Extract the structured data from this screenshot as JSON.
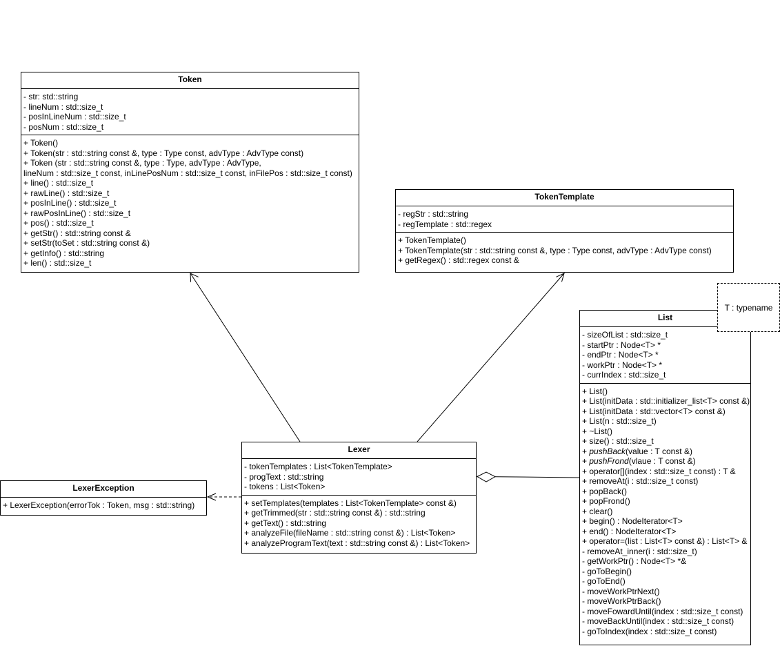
{
  "classes": {
    "token": {
      "name": "Token",
      "attributes": [
        "- str: std::string",
        "- lineNum : std::size_t",
        "- posInLineNum : std::size_t",
        "- posNum : std::size_t"
      ],
      "operations": [
        "+ Token()",
        "+ Token(str : std::string const &, type : Type const, advType : AdvType const)",
        "+ Token (str : std::string const &, type : Type, advType : AdvType,",
        "lineNum : std::size_t const, inLinePosNum : std::size_t const, inFilePos : std::size_t const)",
        "+ line() : std::size_t",
        "+ rawLine() : std::size_t",
        "+ posInLine() : std::size_t",
        "+ rawPosInLine() : std::size_t",
        "+ pos() : std::size_t",
        "+ getStr() : std::string const &",
        "+ setStr(toSet : std::string const &)",
        "+ getInfo() : std::string",
        "+ len() : std::size_t"
      ]
    },
    "tokenTemplate": {
      "name": "TokenTemplate",
      "attributes": [
        "- regStr : std::string",
        "- regTemplate : std::regex"
      ],
      "operations": [
        "+ TokenTemplate()",
        "+ TokenTemplate(str : std::string const &, type : Type const, advType : AdvType const)",
        "+ getRegex() : std::regex const &"
      ]
    },
    "list": {
      "name": "List",
      "template_param": "T : typename",
      "attributes": [
        "- sizeOfList : std::size_t",
        "- startPtr : Node<T> *",
        "- endPtr : Node<T> *",
        "- workPtr : Node<T> *",
        "- currIndex : std::size_t"
      ],
      "operations": [
        "+ List()",
        "+ List(initData : std::initializer_list<T> const &)",
        "+ List(initData : std::vector<T> const &)",
        "+ List(n : std::size_t)",
        "+ ~List()",
        "+ size() : std::size_t",
        "+ pushBack(value : T const &)",
        "+ pushFrond(vlaue : T const &)",
        "+ operator[](index : std::size_t const) : T &",
        "+ removeAt(i : std::size_t const)",
        "+ popBack()",
        "+ popFrond()",
        "+ clear()",
        "+ begin() : NodeIterator<T>",
        "+ end() : NodeIterator<T>",
        "+ operator=(list : List<T> const &) : List<T> &",
        "- removeAt_inner(i : std::size_t)",
        "- getWorkPtr() : Node<T> *&",
        "- goToBegin()",
        "- goToEnd()",
        "- moveWorkPtrNext()",
        "- moveWorkPtrBack()",
        "- moveFowardUntil(index : std::size_t const)",
        "- moveBackUntil(index : std::size_t const)",
        "- goToIndex(index : std::size_t const)"
      ]
    },
    "lexer": {
      "name": "Lexer",
      "attributes": [
        "- tokenTemplates : List<TokenTemplate>",
        "- progText : std::string",
        "- tokens : List<Token>"
      ],
      "operations": [
        "+ setTemplates(templates : List<TokenTemplate> const &)",
        "+ getTrimmed(str : std::string const &) : std::string",
        "+ getText() : std::string",
        "+ analyzeFile(fileName : std::string const &) : List<Token>",
        "+ analyzeProgramText(text : std::string const &) : List<Token>"
      ]
    },
    "lexerException": {
      "name": "LexerException",
      "attributes": [],
      "operations": [
        "+ LexerException(errorTok : Token, msg : std::string)"
      ]
    }
  },
  "colors": {
    "line": "#000000",
    "background": "#ffffff"
  }
}
